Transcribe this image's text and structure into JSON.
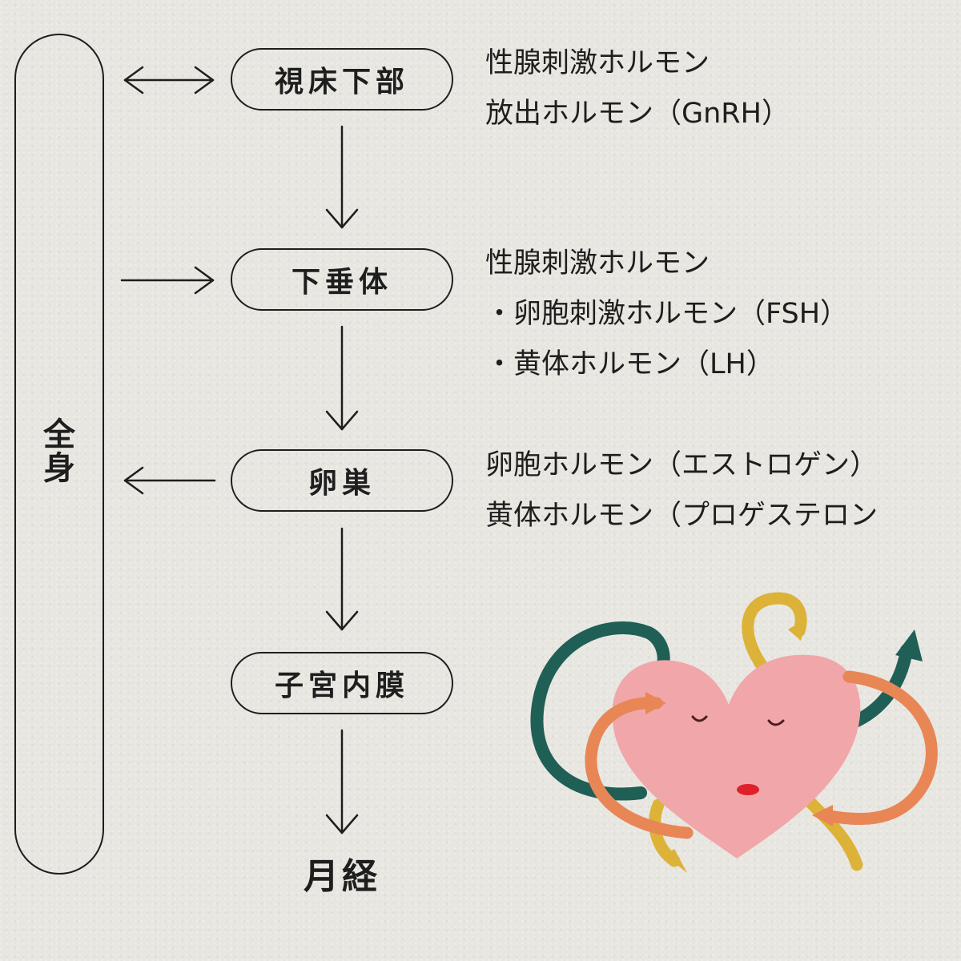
{
  "whole_body": {
    "label_line1": "全",
    "label_line2": "身"
  },
  "nodes": [
    {
      "label": "視床下部"
    },
    {
      "label": "下垂体"
    },
    {
      "label": "卵巣"
    },
    {
      "label": "子宮内膜"
    }
  ],
  "final": {
    "label": "月経"
  },
  "hormones": {
    "hypothalamus": [
      "性腺刺激ホルモン",
      "放出ホルモン（GnRH）"
    ],
    "pituitary": [
      "性腺刺激ホルモン",
      "・卵胞刺激ホルモン（FSH）",
      "・黄体ホルモン（LH）"
    ],
    "ovary": [
      "卵胞ホルモン（エストロゲン）",
      "黄体ホルモン（プロゲステロン"
    ]
  },
  "colors": {
    "ink": "#1e1e1e",
    "heart": "#f1a6a9",
    "arrow_teal": "#1f5f56",
    "arrow_orange": "#e88656",
    "arrow_yellow": "#dcb338"
  },
  "illustration": {
    "icon": "heart-character-icon"
  }
}
